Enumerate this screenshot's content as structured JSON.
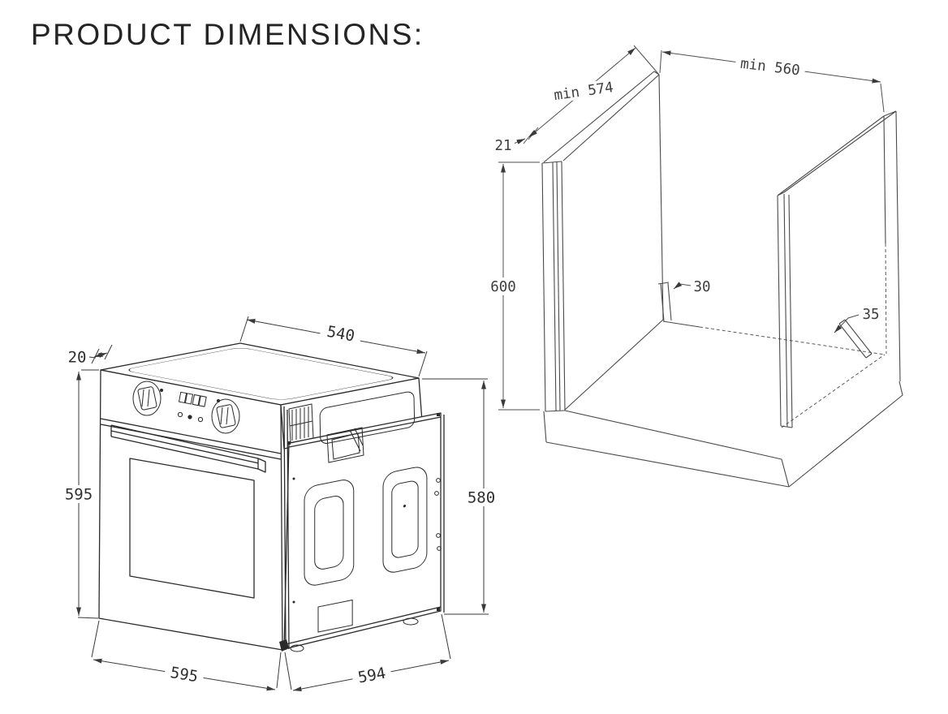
{
  "title": "PRODUCT DIMENSIONS:",
  "oven": {
    "dims": {
      "front_overhang": "20",
      "front_height": "595",
      "front_width": "595",
      "side_depth": "594",
      "body_height": "580",
      "body_top_depth": "540"
    }
  },
  "cabinet": {
    "dims": {
      "panel_depth": "min 574",
      "panel_thickness": "21",
      "niche_width": "min 560",
      "niche_height": "600",
      "back_slot": "30",
      "side_slot": "35"
    }
  }
}
